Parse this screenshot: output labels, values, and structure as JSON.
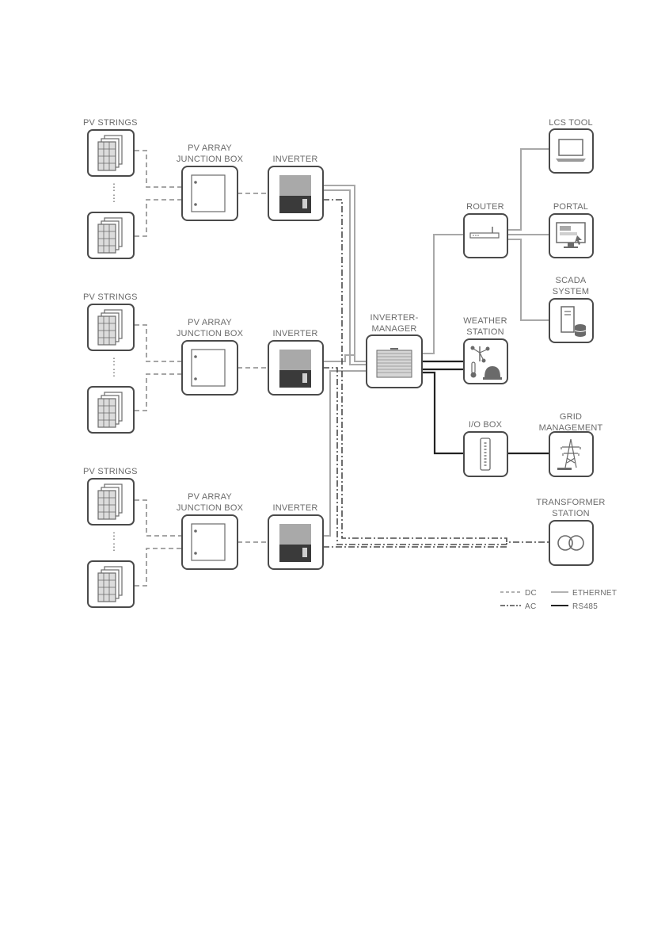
{
  "pv_groups": [
    {
      "title": "PV STRINGS",
      "junction_box": [
        "PV ARRAY",
        "JUNCTION BOX"
      ],
      "inverter": "INVERTER"
    },
    {
      "title": "PV STRINGS",
      "junction_box": [
        "PV ARRAY",
        "JUNCTION BOX"
      ],
      "inverter": "INVERTER"
    },
    {
      "title": "PV STRINGS",
      "junction_box": [
        "PV ARRAY",
        "JUNCTION BOX"
      ],
      "inverter": "INVERTER"
    }
  ],
  "devices": {
    "inverter_manager": [
      "INVERTER-",
      "MANAGER"
    ],
    "router": "ROUTER",
    "lcs_tool": "LCS TOOL",
    "portal": "PORTAL",
    "scada": [
      "SCADA",
      "SYSTEM"
    ],
    "weather_station": [
      "WEATHER",
      "STATION"
    ],
    "io_box": "I/O BOX",
    "grid_management": [
      "GRID",
      "MANAGEMENT"
    ],
    "transformer_station": [
      "TRANSFORMER",
      "STATION"
    ]
  },
  "legend": {
    "dc": "DC",
    "ac": "AC",
    "ethernet": "ETHERNET",
    "rs485": "RS485"
  },
  "colors": {
    "box_stroke": "#4a4a4a",
    "dc_line": "#9a9a9a",
    "ethernet_line": "#a8a8a8",
    "rs485_line": "#222222",
    "ac_line": "#4a4a4a"
  }
}
